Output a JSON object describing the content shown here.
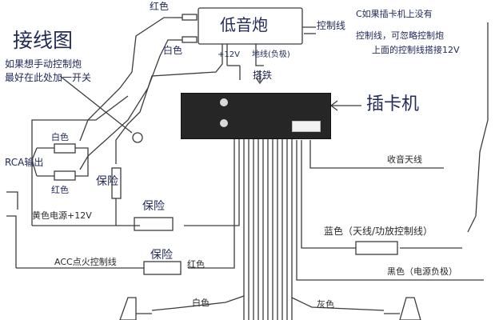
{
  "title": "接线图",
  "title_note": [
    "如果想手动控制炮",
    "最好在此处加一开关"
  ],
  "subwoofer": {
    "name": "低音炮",
    "red_label": "红色",
    "white_label": "白色",
    "power_label": "+12V",
    "ground_label": "地线(负极)",
    "iron_label": "搭铁",
    "control_label": "控制线",
    "control_note": [
      "C如果插卡机上没有",
      "控制线，可忽略控制炮",
      "上面的控制线搭接12V"
    ]
  },
  "head_unit": {
    "label": "插卡机"
  },
  "rca": {
    "label": "RCA输出",
    "white": "白色",
    "red": "红色"
  },
  "fuse_label": "保险",
  "left_wires": {
    "power": "黄色电源+12V",
    "acc": "ACC点火控制线",
    "acc_color": "红色",
    "white": "白色"
  },
  "right_wires": {
    "antenna": "收音天线",
    "blue": "蓝色（天线/功放控制线）",
    "black": "黑色（电源负极）",
    "gray": "灰色"
  }
}
